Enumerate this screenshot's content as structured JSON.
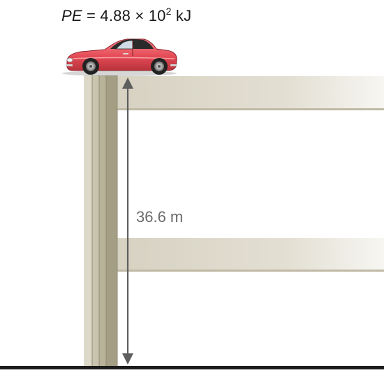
{
  "energy_label": {
    "symbol": "PE",
    "equals": " = 4.88 × 10",
    "exponent": "2",
    "unit": " kJ"
  },
  "height_label": "36.6 m",
  "colors": {
    "beam_light": "#dcd7c9",
    "beam_fade": "#f5f3ee",
    "column_light": "#d3cfbd",
    "column_dark": "#a39e85",
    "arrow": "#5e5e5e",
    "ground": "#1c1c1c",
    "car_body": "#e8505b",
    "car_roof": "#2a2a2a"
  },
  "icons": {
    "vehicle": "sports-car-icon",
    "measure": "double-arrow-icon"
  }
}
